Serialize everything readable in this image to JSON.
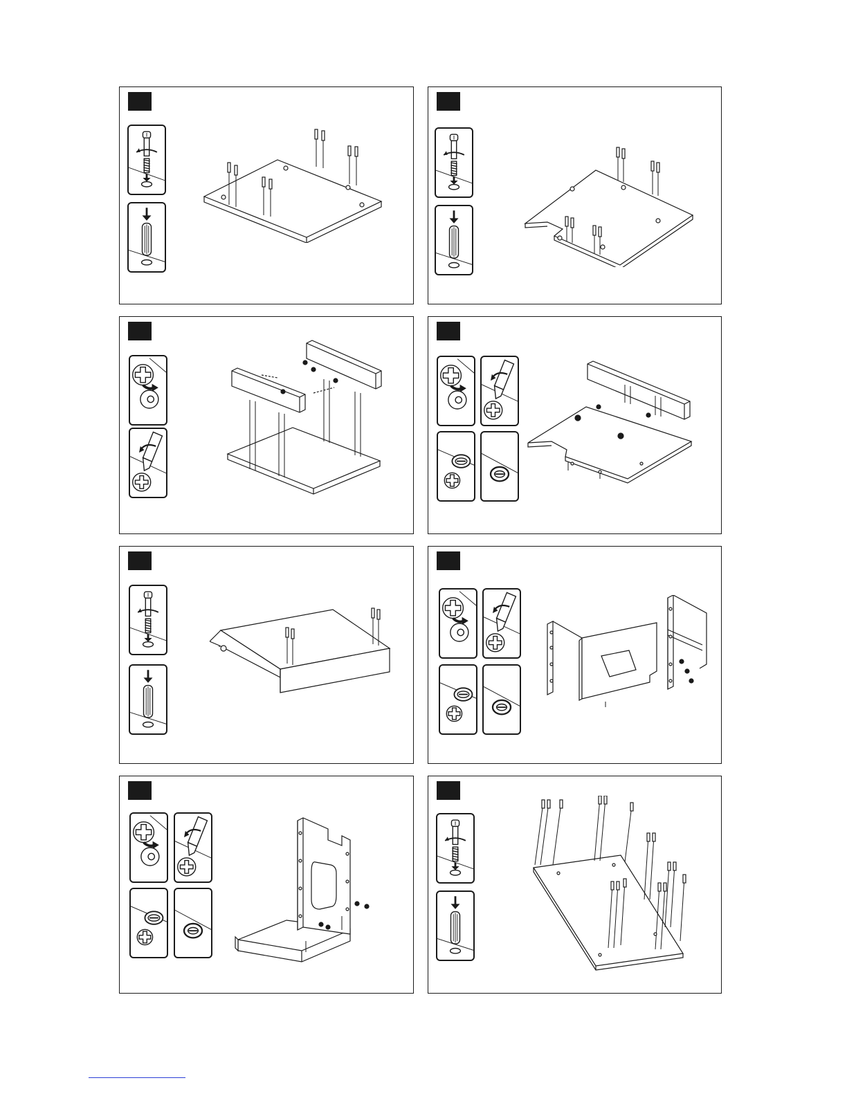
{
  "page": {
    "type": "assembly-instructions",
    "text_content": []
  },
  "steps": [
    {
      "id": "step-1",
      "tools": [
        "cam-bolt-icon",
        "dowel-icon"
      ]
    },
    {
      "id": "step-2",
      "tools": [
        "cam-bolt-icon",
        "dowel-icon"
      ]
    },
    {
      "id": "step-3",
      "tools": [
        "cam-lock-insert-icon",
        "screwdriver-tighten-icon"
      ]
    },
    {
      "id": "step-4",
      "tools": [
        "cam-lock-insert-icon",
        "screwdriver-tighten-icon",
        "cam-cover-cap-icon",
        "cam-cover-fitted-icon"
      ]
    },
    {
      "id": "step-5",
      "tools": [
        "cam-bolt-icon",
        "dowel-icon"
      ]
    },
    {
      "id": "step-6",
      "tools": [
        "cam-lock-insert-icon",
        "screwdriver-tighten-icon",
        "cam-cover-cap-icon",
        "cam-cover-fitted-icon"
      ]
    },
    {
      "id": "step-7",
      "tools": [
        "cam-lock-insert-icon",
        "screwdriver-tighten-icon",
        "cam-cover-cap-icon",
        "cam-cover-fitted-icon"
      ]
    },
    {
      "id": "step-8",
      "tools": [
        "cam-bolt-icon",
        "dowel-icon"
      ]
    }
  ],
  "colors": {
    "ink": "#1a1a1a",
    "paper": "#ffffff",
    "link": "#2b3fd6"
  }
}
